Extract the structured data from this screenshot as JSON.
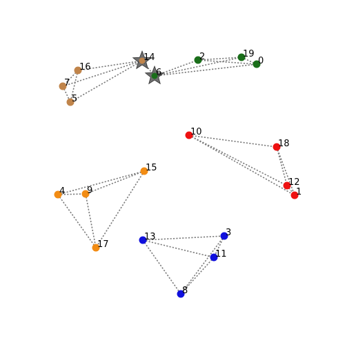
{
  "graph": {
    "star_hubs": [
      "14",
      "6"
    ],
    "node_colors": {
      "brown": "#c0844a",
      "green": "#1a6e1a",
      "red": "#ee1111",
      "orange": "#f28c14",
      "blue": "#1010dd",
      "star": "#555555"
    },
    "nodes": [
      {
        "id": "14",
        "label": "14",
        "group": "star"
      },
      {
        "id": "6",
        "label": "6",
        "group": "star"
      },
      {
        "id": "16",
        "label": "16",
        "group": "brown"
      },
      {
        "id": "7",
        "label": "7",
        "group": "brown"
      },
      {
        "id": "5",
        "label": "5",
        "group": "brown"
      },
      {
        "id": "2",
        "label": "2",
        "group": "green"
      },
      {
        "id": "19",
        "label": "19",
        "group": "green"
      },
      {
        "id": "0",
        "label": "0",
        "group": "green"
      },
      {
        "id": "10",
        "label": "10",
        "group": "red"
      },
      {
        "id": "18",
        "label": "18",
        "group": "red"
      },
      {
        "id": "12",
        "label": "12",
        "group": "red"
      },
      {
        "id": "1",
        "label": "1",
        "group": "red"
      },
      {
        "id": "15",
        "label": "15",
        "group": "orange"
      },
      {
        "id": "4",
        "label": "4",
        "group": "orange"
      },
      {
        "id": "9",
        "label": "9",
        "group": "orange"
      },
      {
        "id": "17",
        "label": "17",
        "group": "orange"
      },
      {
        "id": "13",
        "label": "13",
        "group": "blue"
      },
      {
        "id": "3",
        "label": "3",
        "group": "blue"
      },
      {
        "id": "11",
        "label": "11",
        "group": "blue"
      },
      {
        "id": "8",
        "label": "8",
        "group": "blue"
      }
    ],
    "edges": [
      [
        "14",
        "16"
      ],
      [
        "14",
        "7"
      ],
      [
        "14",
        "5"
      ],
      [
        "14",
        "6"
      ],
      [
        "16",
        "7"
      ],
      [
        "16",
        "5"
      ],
      [
        "7",
        "5"
      ],
      [
        "6",
        "2"
      ],
      [
        "6",
        "19"
      ],
      [
        "6",
        "0"
      ],
      [
        "2",
        "19"
      ],
      [
        "2",
        "0"
      ],
      [
        "19",
        "0"
      ],
      [
        "10",
        "18"
      ],
      [
        "10",
        "12"
      ],
      [
        "10",
        "1"
      ],
      [
        "18",
        "12"
      ],
      [
        "18",
        "1"
      ],
      [
        "12",
        "1"
      ],
      [
        "15",
        "4"
      ],
      [
        "15",
        "9"
      ],
      [
        "15",
        "17"
      ],
      [
        "4",
        "9"
      ],
      [
        "4",
        "17"
      ],
      [
        "9",
        "17"
      ],
      [
        "13",
        "3"
      ],
      [
        "13",
        "11"
      ],
      [
        "13",
        "8"
      ],
      [
        "3",
        "8"
      ],
      [
        "11",
        "8"
      ],
      [
        "3",
        "11"
      ]
    ]
  }
}
